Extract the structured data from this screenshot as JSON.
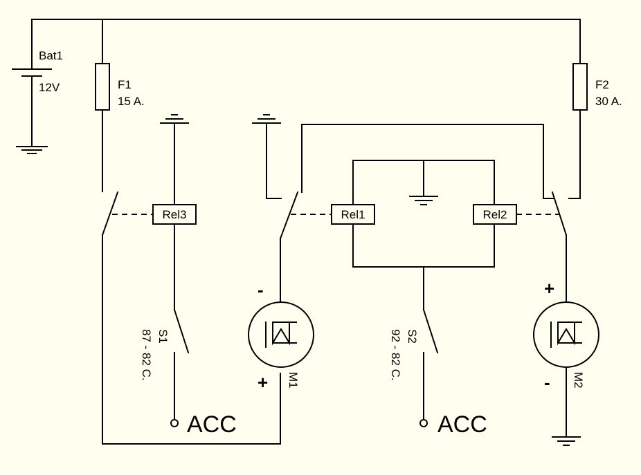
{
  "battery": {
    "name": "Bat1",
    "voltage": "12V"
  },
  "fuses": [
    {
      "name": "F1",
      "rating": "15 A."
    },
    {
      "name": "F2",
      "rating": "30 A."
    }
  ],
  "relays": [
    {
      "name": "Rel3"
    },
    {
      "name": "Rel1"
    },
    {
      "name": "Rel2"
    }
  ],
  "switches": [
    {
      "name": "S1",
      "range": "87 - 82 C."
    },
    {
      "name": "S2",
      "range": "92 - 82 C."
    }
  ],
  "motors": [
    {
      "name": "M1",
      "top_sign": "-",
      "bottom_sign": "+"
    },
    {
      "name": "M2",
      "top_sign": "+",
      "bottom_sign": "-"
    }
  ],
  "terminals": [
    {
      "label": "ACC"
    },
    {
      "label": "ACC"
    }
  ]
}
